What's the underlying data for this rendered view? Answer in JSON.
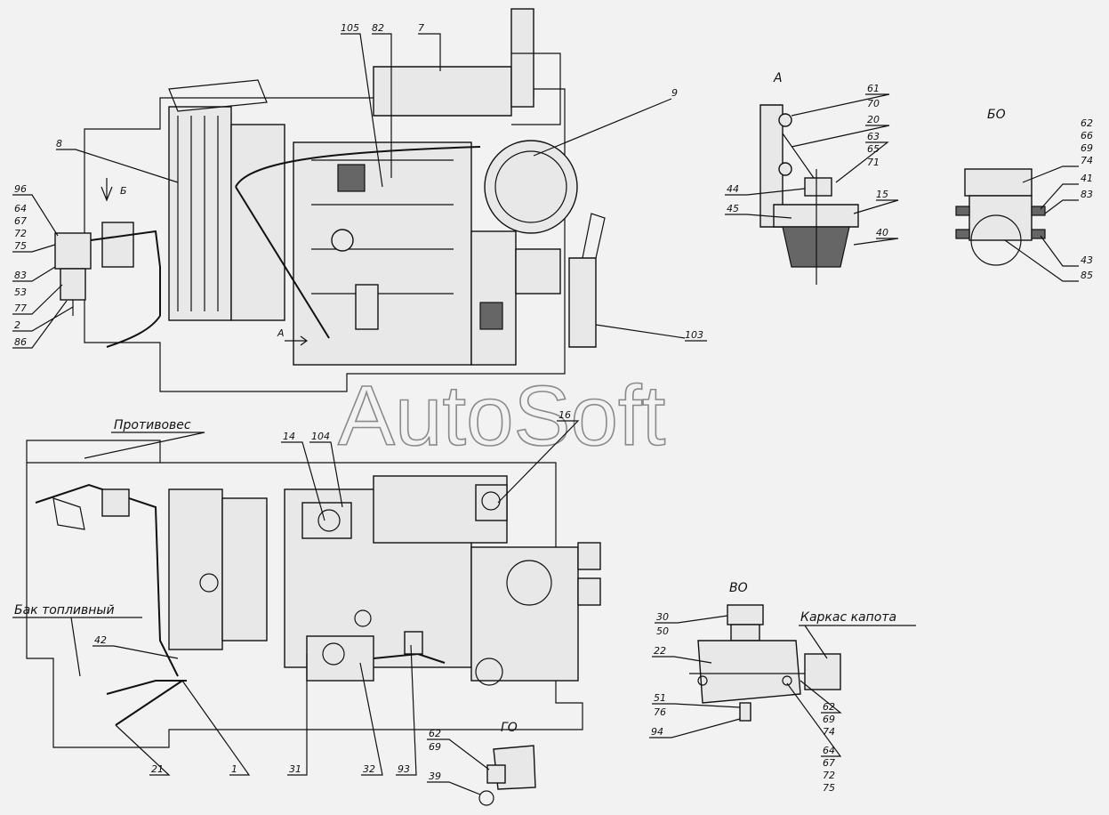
{
  "watermark": "AutoSoft",
  "views": {
    "A": "A",
    "BO": "БО",
    "VO": "ВО",
    "GO": "ГО",
    "arrowB": "Б",
    "arrowA": "A"
  },
  "captions": {
    "counterweight": "Противовес",
    "fuel_tank": "Бак топливный",
    "hood_frame": "Каркас капота"
  },
  "callouts_top": [
    "105",
    "82",
    "7",
    "9",
    "8",
    "103"
  ],
  "callouts_left_stack": [
    "96",
    "64",
    "67",
    "72",
    "75",
    "83",
    "53",
    "77",
    "2",
    "86"
  ],
  "callouts_A": [
    "61",
    "70",
    "20",
    "63",
    "65",
    "71",
    "44",
    "15",
    "45",
    "40"
  ],
  "callouts_BO": [
    "62",
    "66",
    "69",
    "74",
    "41",
    "83",
    "43",
    "85"
  ],
  "callouts_bottom": [
    "14",
    "104",
    "16",
    "42",
    "21",
    "1",
    "31",
    "32",
    "93"
  ],
  "callouts_VO": [
    "30",
    "50",
    "22",
    "51",
    "76",
    "94",
    "62",
    "69",
    "74",
    "64",
    "67",
    "72",
    "75"
  ],
  "callouts_GO": [
    "62",
    "69",
    "39"
  ]
}
